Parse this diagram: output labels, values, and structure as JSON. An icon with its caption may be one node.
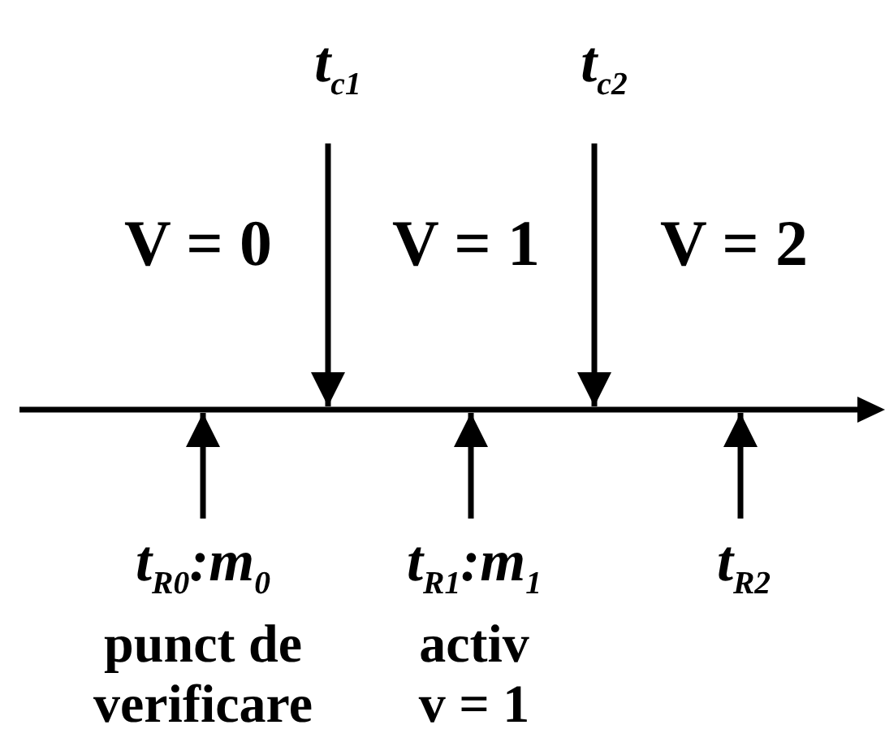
{
  "diagram": {
    "nodes": [
      {
        "text": [
          "t$_{c1}$"
        ]
      },
      {
        "text": [
          "t$_{c2}$"
        ]
      },
      {
        "text": [
          "t$_{R0}$:m$_{0}$",
          "punct de verificare"
        ]
      },
      {
        "text": [
          "t$_{R1}$:m$_{1}$",
          "activ v = 1"
        ]
      },
      {
        "text": [
          "t$_{R2}$"
        ]
      }
    ],
    "edges": [
      {
        "from": 0,
        "to": null,
        "arrow": "to"
      },
      {
        "from": 1,
        "to": null,
        "arrow": "to"
      },
      {
        "from": 2,
        "to": null,
        "arrow": "to"
      },
      {
        "from": 3,
        "to": null,
        "arrow": "to"
      },
      {
        "from": 4,
        "to": null,
        "arrow": "to"
      }
    ],
    "labels": [
      "V = 0",
      "V = 1",
      "V = 2"
    ]
  }
}
